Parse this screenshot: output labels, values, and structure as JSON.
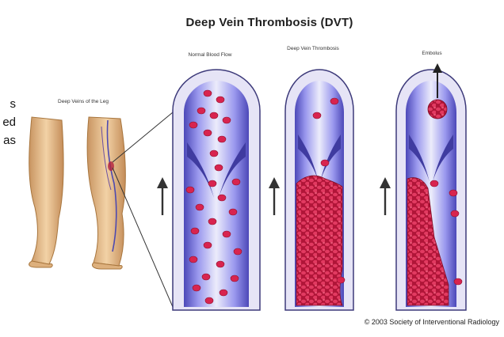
{
  "title": "Deep Vein Thrombosis (DVT)",
  "leg_caption": "Deep Veins of the Leg",
  "panels": [
    {
      "caption": "Normal Blood Flow"
    },
    {
      "caption": "Deep Vein Thrombosis"
    },
    {
      "caption": "Embolus"
    }
  ],
  "copyright": "© 2003 Society of Interventional Radiology",
  "clipped_text_lines": [
    "s",
    "ed",
    "as"
  ],
  "colors": {
    "background": "#ffffff",
    "vein_blue": "#6d6bd6",
    "vein_wall": "#5a56a8",
    "blood_cell": "#d8244f",
    "clot": "#c2183f",
    "skin": "#e7bf8c",
    "arrow": "#333333"
  }
}
